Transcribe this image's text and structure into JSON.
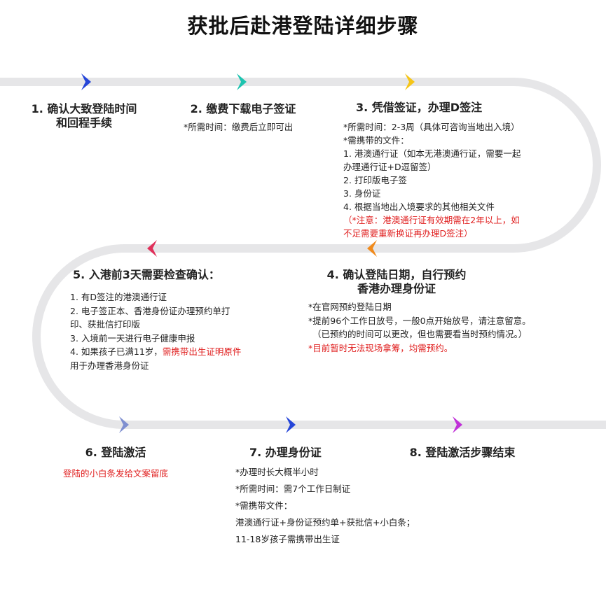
{
  "title": "获批后赴港登陆详细步骤",
  "colors": {
    "track": "#e6e6e8",
    "arrow1": "#2545d8",
    "arrow2": "#1ec4b0",
    "arrow3": "#f5c518",
    "arrow4": "#f08a1c",
    "arrow5": "#e0305a",
    "arrow6": "#7f8fd0",
    "arrow7": "#2545d8",
    "arrow8": "#c030d8",
    "note": "#e02020"
  },
  "steps": [
    {
      "title_lines": [
        "1. 确认大致登陆时间",
        "和回程手续"
      ]
    },
    {
      "title_lines": [
        "2. 缴费下载电子签证"
      ],
      "lines": [
        "*所需时间：缴费后立即可出"
      ]
    },
    {
      "title_lines": [
        "3. 凭借签证，办理D签注"
      ],
      "lines": [
        "*所需时间：2-3周（具体可咨询当地出入境）",
        "*需携带的文件：",
        "1. 港澳通行证（如本无港澳通行证，需要一起",
        "办理通行证+D逗留签）",
        "2. 打印版电子签",
        "3. 身份证",
        "4. 根据当地出入境要求的其他相关文件"
      ],
      "note_lines": [
        "（*注意：港澳通行证有效期需在2年以上，如",
        "不足需要重新换证再办理D签注）"
      ]
    },
    {
      "title_lines": [
        "4. 确认登陆日期，自行预约",
        "香港办理身份证"
      ],
      "lines": [
        "*在官网预约登陆日期",
        "*提前96个工作日放号，一般0点开始放号，请注意留意。",
        "（已预约的时间可以更改，但也需要看当时预约情况。）"
      ],
      "note_lines": [
        "*目前暂时无法现场拿筹，均需预约。"
      ]
    },
    {
      "title_lines": [
        "5. 入港前3天需要检查确认："
      ],
      "lines": [
        "1. 有D签注的港澳通行证",
        "2. 电子签正本、香港身份证办理预约单打",
        "印、获批信打印版",
        "3. 入境前一天进行电子健康申报"
      ],
      "line4": "4. 如果孩子已满11岁，",
      "line4_red": "需携带出生证明原件",
      "line5": "用于办理香港身份证"
    },
    {
      "title_lines": [
        "6. 登陆激活"
      ],
      "note_lines": [
        "登陆的小白条发给文案留底"
      ]
    },
    {
      "title_lines": [
        "7. 办理身份证"
      ],
      "lines": [
        "*办理时长大概半小时",
        "*所需时间：需7个工作日制证",
        "*需携带文件：",
        "港澳通行证+身份证预约单+获批信+小白条；",
        "11-18岁孩子需携带出生证"
      ]
    },
    {
      "title_lines": [
        "8. 登陆激活步骤结束"
      ]
    }
  ]
}
